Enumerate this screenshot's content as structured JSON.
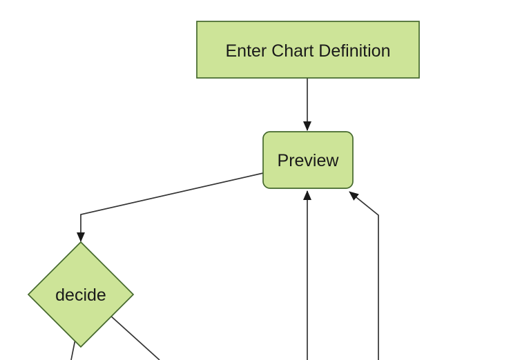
{
  "diagram": {
    "type": "flowchart",
    "background_color": "#ffffff",
    "node_fill_color": "#cde498",
    "node_border_color": "#44682c",
    "edge_color": "#333333",
    "arrowhead_color": "#1a1a1a",
    "label_color": "#1a1a1a",
    "nodes": [
      {
        "id": "enter-chart-definition",
        "shape": "rectangle",
        "label": "Enter Chart Definition"
      },
      {
        "id": "preview",
        "shape": "rounded-rectangle",
        "label": "Preview"
      },
      {
        "id": "decide",
        "shape": "diamond",
        "label": "decide"
      }
    ],
    "edges": [
      {
        "from": "enter-chart-definition",
        "to": "preview",
        "arrowhead": true
      },
      {
        "from": "preview",
        "to": "decide",
        "arrowhead": true
      },
      {
        "from": "offscreen-bottom",
        "to": "preview",
        "arrowhead": true
      },
      {
        "from": "offscreen-bottom-right",
        "to": "preview",
        "arrowhead": true
      },
      {
        "from": "decide",
        "to": "offscreen-bottom-left",
        "arrowhead": false
      },
      {
        "from": "decide",
        "to": "offscreen-bottom",
        "arrowhead": false
      }
    ]
  }
}
